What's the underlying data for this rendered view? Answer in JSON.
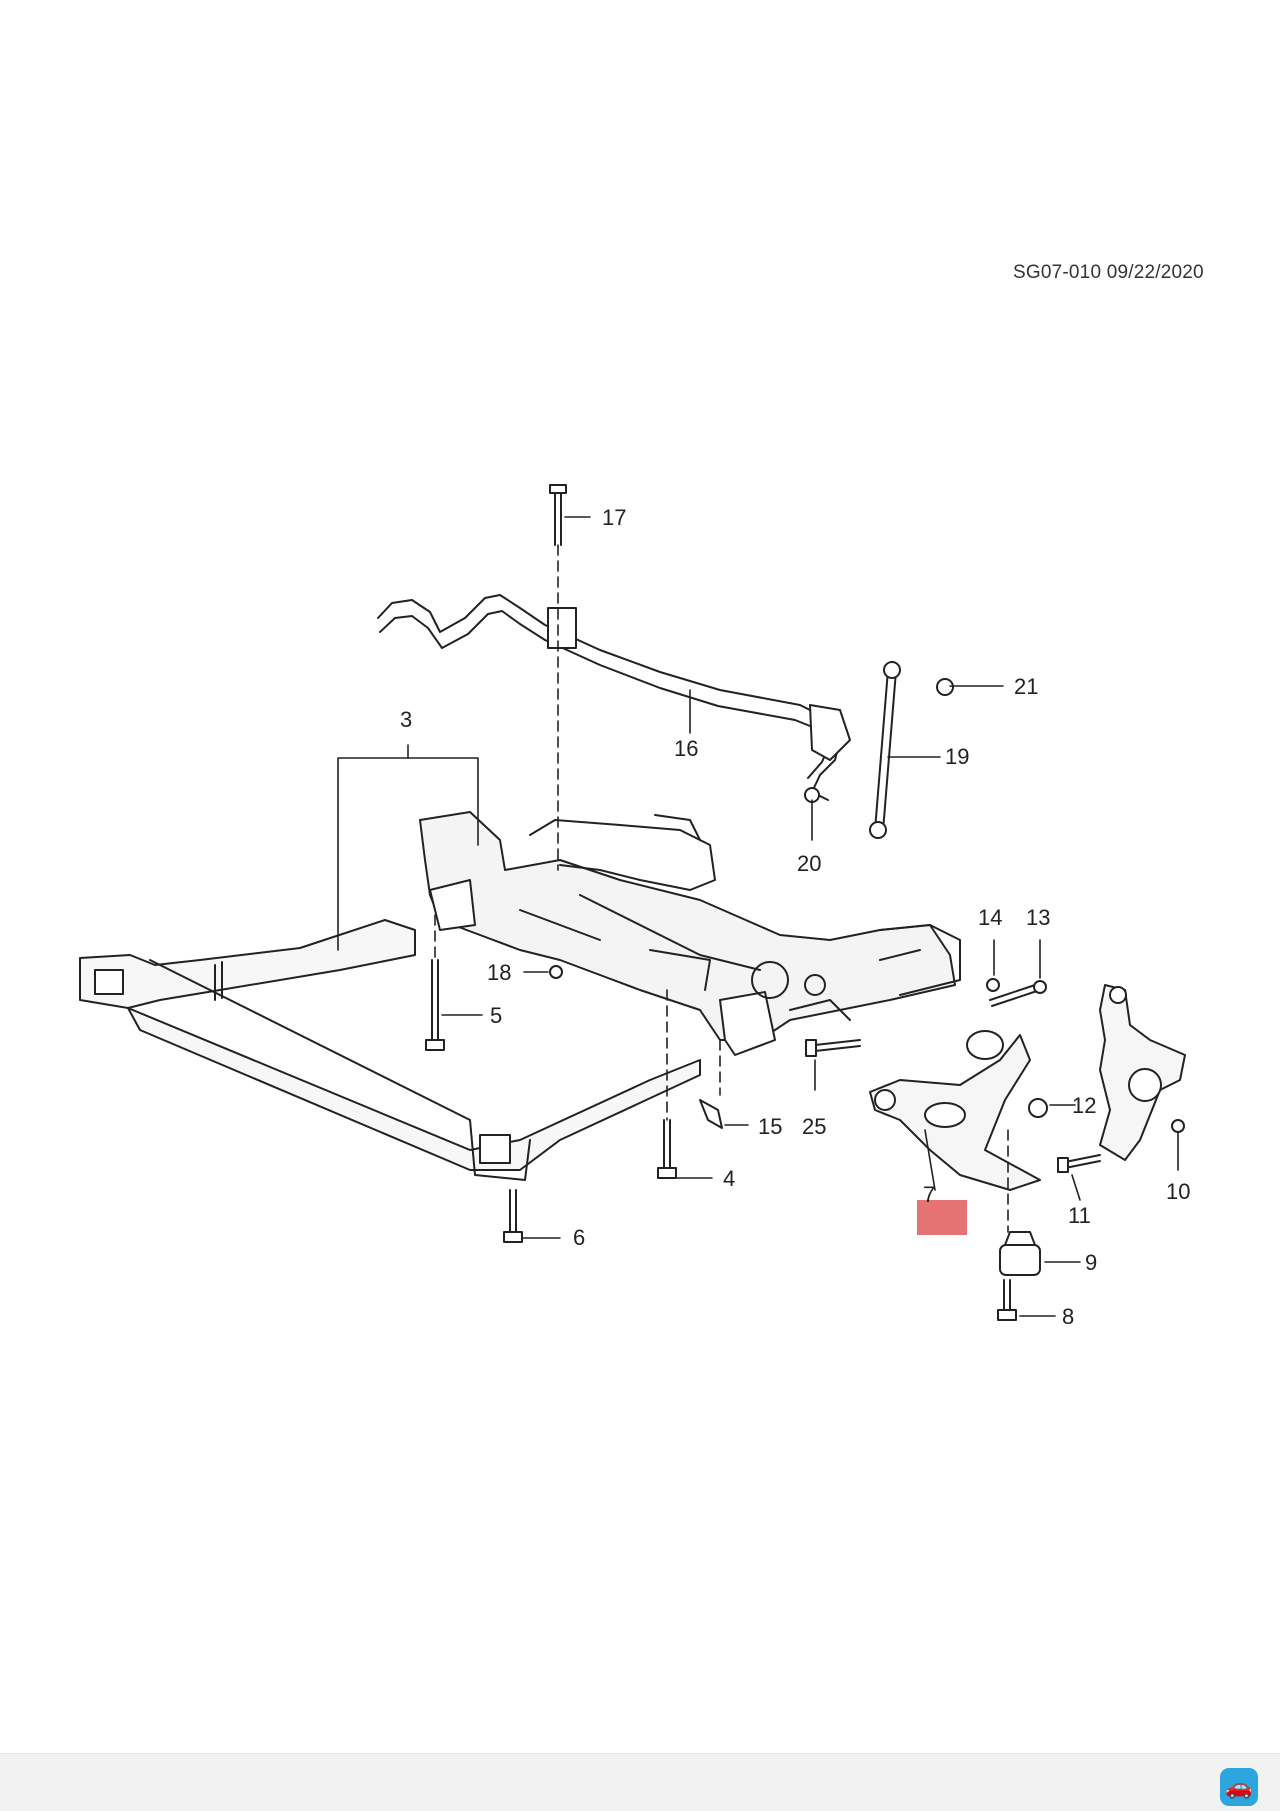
{
  "doc_code": "SG07-010 09/22/2020",
  "callouts": [
    "3",
    "4",
    "5",
    "6",
    "7",
    "8",
    "9",
    "10",
    "11",
    "12",
    "13",
    "14",
    "15",
    "16",
    "17",
    "18",
    "19",
    "20",
    "21",
    "25"
  ],
  "highlight_color": "#e57373",
  "line_color": "#222222",
  "badge_icon": "car-service-icon"
}
